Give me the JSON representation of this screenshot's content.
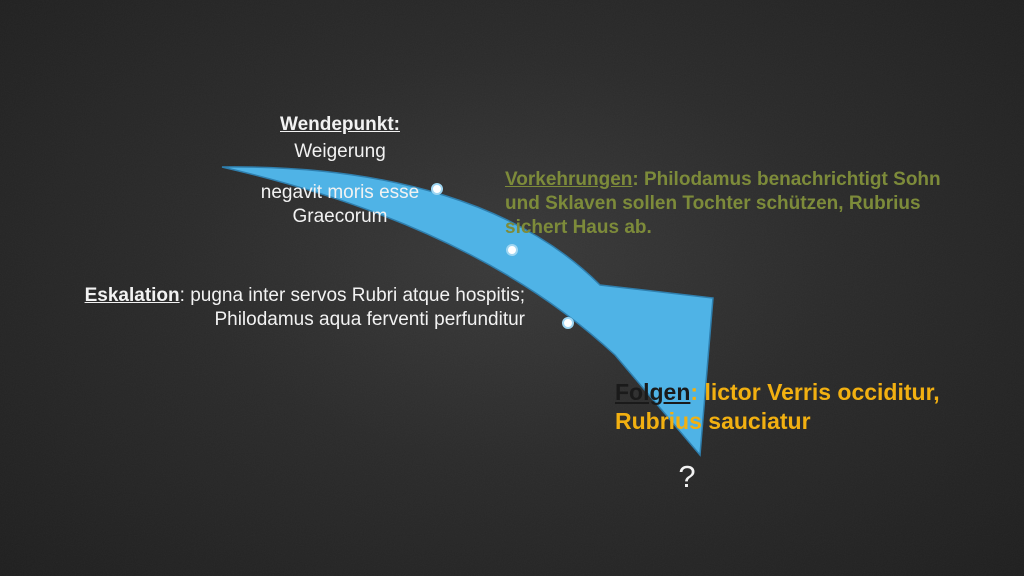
{
  "wendepunkt": {
    "heading": "Wendepunkt:",
    "line1": "Weigerung",
    "latin": "negavit moris esse Graecorum"
  },
  "eskalation": {
    "label": "Eskalation",
    "text": ": pugna inter servos Rubri atque hospitis; Philodamus aqua ferventi perfunditur"
  },
  "vorkehrungen": {
    "label": "Vorkehrungen",
    "text": ": Philodamus benachrichtigt Sohn und Sklaven sollen Tochter schützen, Rubrius sichert Haus ab."
  },
  "folgen": {
    "label": "Folgen",
    "colon": ":",
    "text": " lictor Verris occiditur, Rubrius sauciatur"
  },
  "question": "?",
  "colors": {
    "arrow": "#4fb3e6",
    "olive": "#7d8b3a",
    "gold": "#f2b011",
    "text": "#f2f2f2"
  }
}
